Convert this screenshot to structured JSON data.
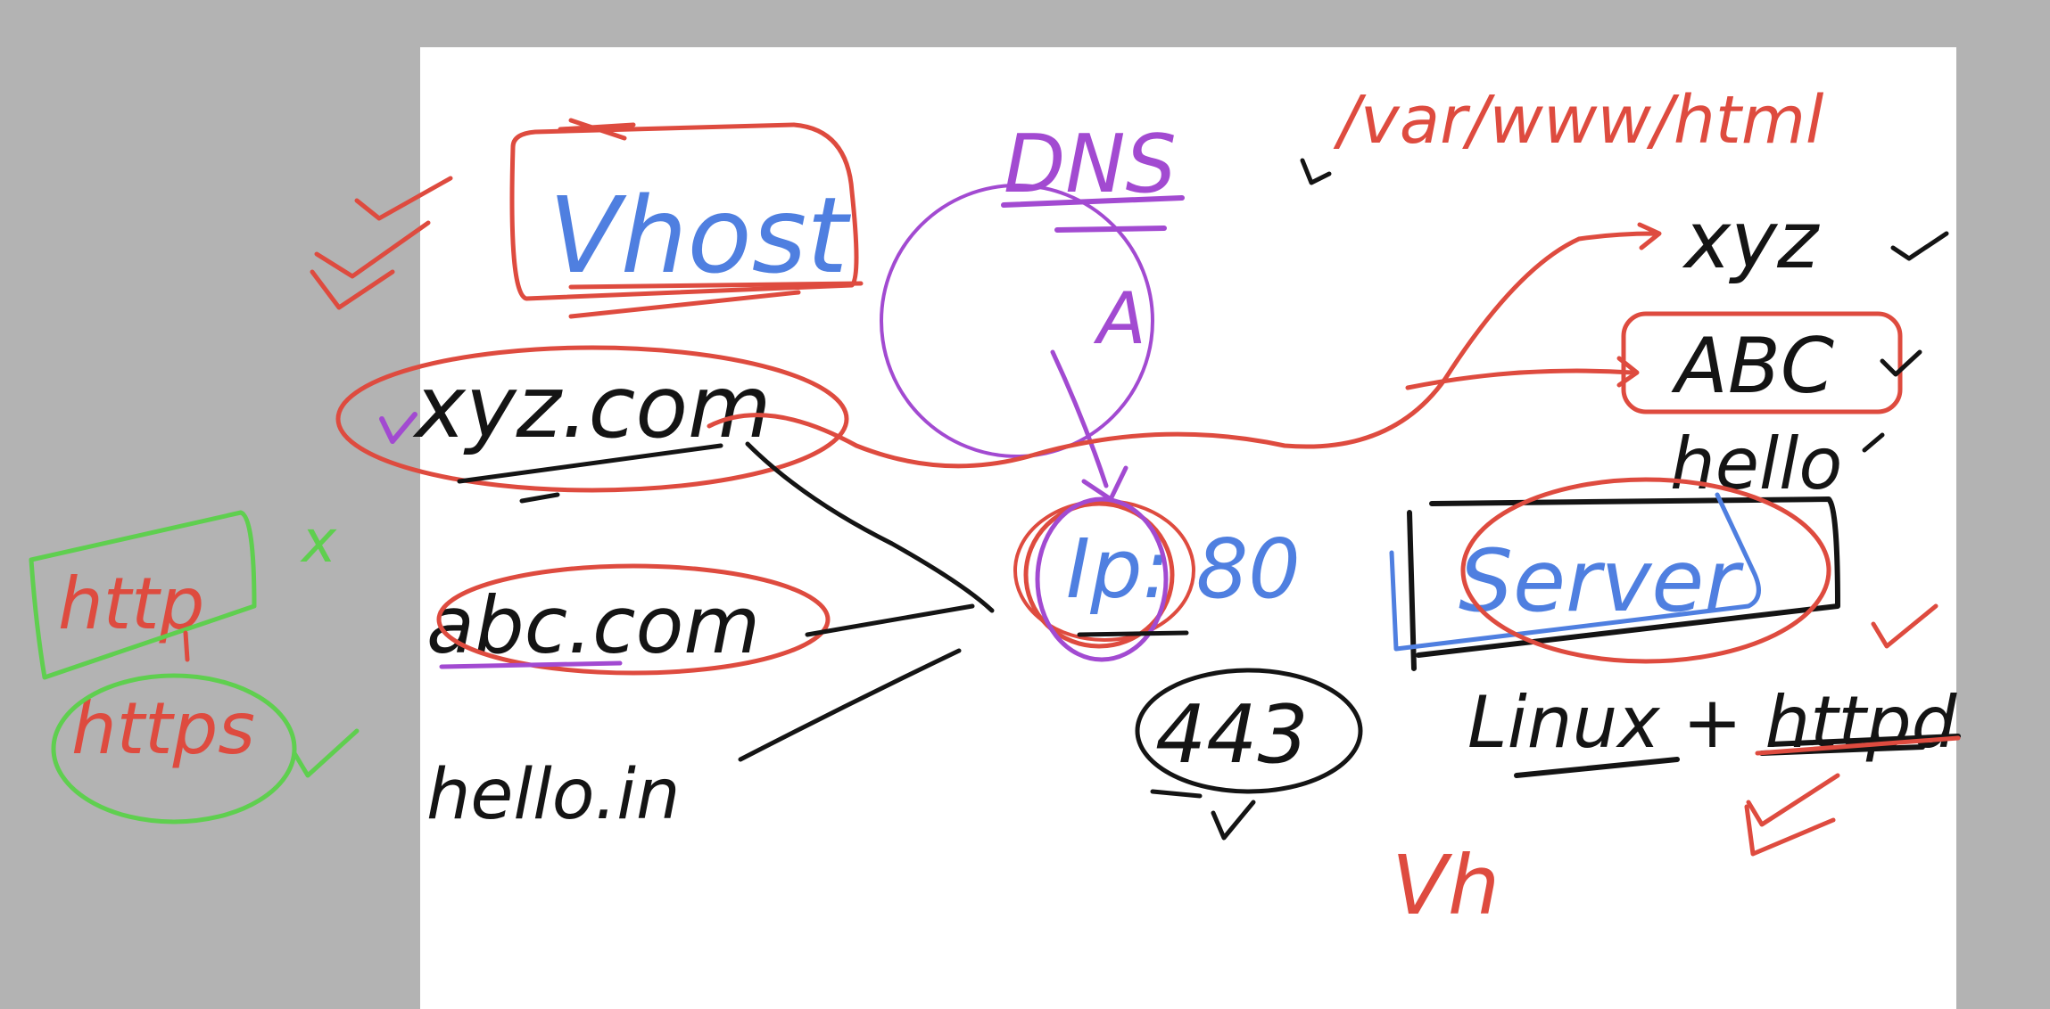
{
  "colors": {
    "background": "#b3b3b3",
    "page": "#ffffff",
    "red": "#de4b3f",
    "blue": "#4f7fe0",
    "purple": "#a24ad1",
    "black": "#141414",
    "green": "#5fcf4f"
  },
  "labels": {
    "path": "/var/www/html",
    "vhost": "Vhost",
    "dns": "DNS",
    "a_record": "A",
    "domain_xyz": "xyz.com",
    "domain_abc": "abc.com",
    "domain_hello": "hello.in",
    "ip": "Ip: 80",
    "port": "443",
    "server": "Server",
    "linux": "Linux + httpd",
    "folder_xyz": "xyz",
    "folder_abc": "ABC",
    "folder_hello": "hello",
    "http": "http",
    "https": "https",
    "vh": "Vh",
    "cross": "x"
  }
}
